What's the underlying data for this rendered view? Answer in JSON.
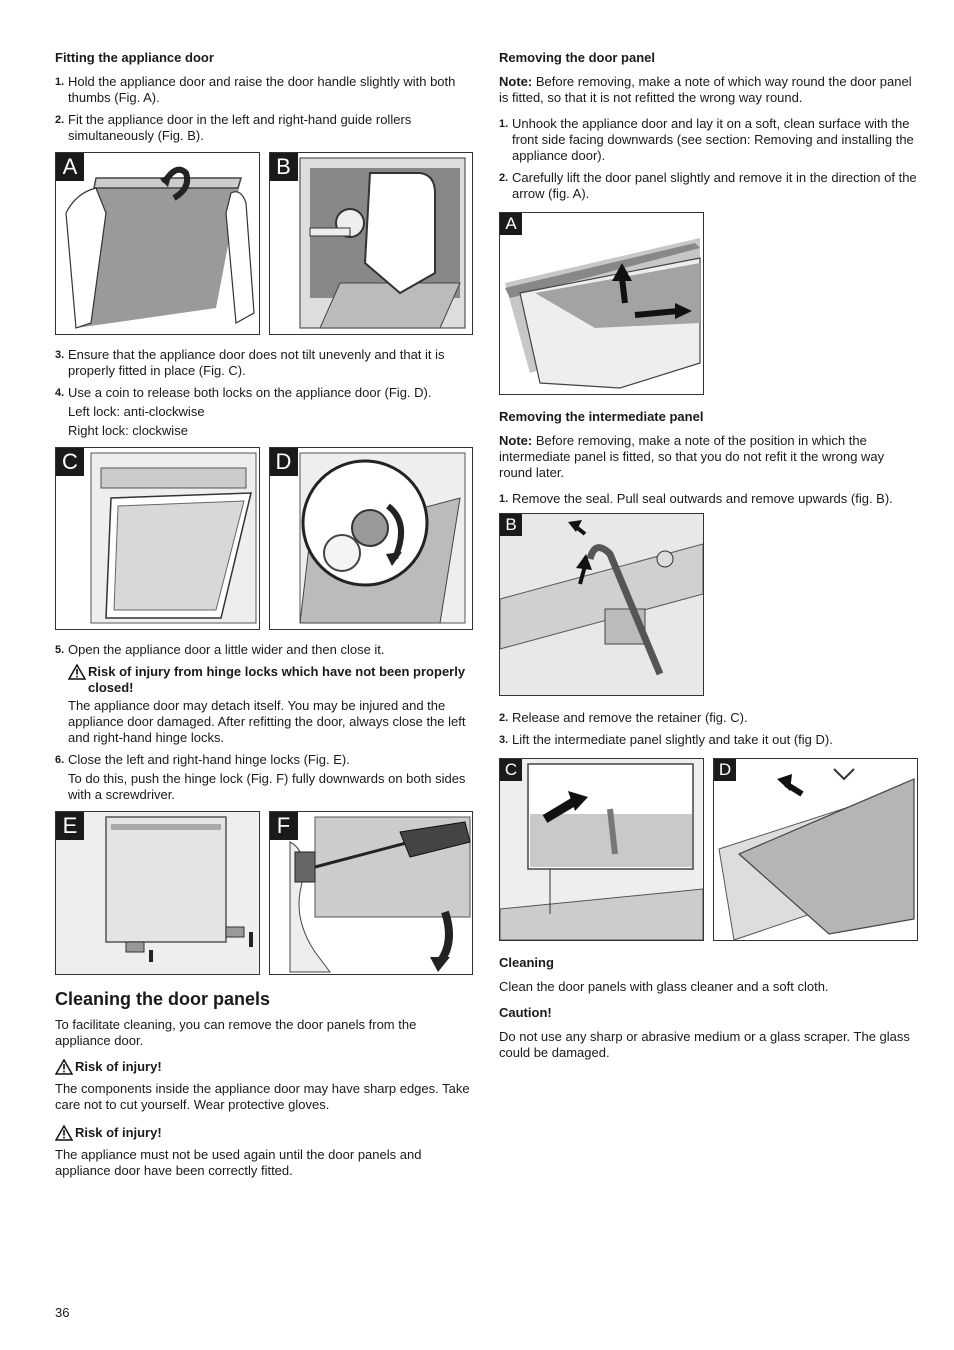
{
  "left": {
    "fitting": {
      "heading": "Fitting the appliance door",
      "steps": [
        {
          "num": "1.",
          "text": "Hold the appliance door and raise the door handle slightly with both thumbs (Fig. A)."
        },
        {
          "num": "2.",
          "text": "Fit the appliance door in the left and right-hand guide rollers simultaneously (Fig. B)."
        },
        {
          "num": "3.",
          "text": "Ensure that the appliance door does not tilt unevenly and that it is properly fitted in place (Fig. C)."
        },
        {
          "num": "4.",
          "text": "Use a coin to release both locks on the appliance door (Fig. D)."
        },
        {
          "num": "5.",
          "text": "Open the appliance door a little wider and then close it."
        },
        {
          "num": "6.",
          "text": "Close the left and right-hand hinge locks (Fig. E)."
        }
      ],
      "left_lock": "Left lock: anti-clockwise",
      "right_lock": "Right lock: clockwise",
      "warning_title": "Risk of injury from hinge locks which have not been properly closed!",
      "warning_text": "The appliance door may detach itself. You may be injured and the appliance door damaged. After refitting the door, always close the left and right-hand hinge locks.",
      "step6_sub": "To do this, push the hinge lock (Fig. F) fully downwards on both sides with a screwdriver.",
      "fig_labels": [
        "A",
        "B",
        "C",
        "D",
        "E",
        "F"
      ]
    },
    "cleaning_panels": {
      "heading": "Cleaning the door panels",
      "intro": "To facilitate cleaning, you can remove the door panels from the appliance door.",
      "warn1_title": "Risk of injury!",
      "warn1_text": "The components inside the appliance door may have sharp edges. Take care not to cut yourself. Wear protective gloves.",
      "warn2_title": "Risk of injury!",
      "warn2_text": "The appliance must not be used again until the door panels and appliance door have been correctly fitted."
    }
  },
  "right": {
    "removing_door_panel": {
      "heading": "Removing the door panel",
      "note_label": "Note:",
      "note_text": "Before removing, make a note of which way round the door panel is fitted, so that it is not refitted the wrong way round.",
      "steps": [
        {
          "num": "1.",
          "text": "Unhook the appliance door and lay it on a soft, clean surface with the front side facing downwards (see section: Removing and installing the appliance door)."
        },
        {
          "num": "2.",
          "text": "Carefully lift the door panel slightly and remove it in the direction of the arrow (fig. A)."
        }
      ],
      "fig_label": "A"
    },
    "removing_intermediate": {
      "heading": "Removing the intermediate panel",
      "note_label": "Note:",
      "note_text": "Before removing, make a note of the position in which the intermediate panel is fitted, so that you do not refit it the wrong way round later.",
      "steps": [
        {
          "num": "1.",
          "text": "Remove the seal. Pull seal outwards and remove upwards (fig. B)."
        },
        {
          "num": "2.",
          "text": "Release and remove the retainer (fig. C)."
        },
        {
          "num": "3.",
          "text": "Lift the intermediate panel slightly and take it out (fig D)."
        }
      ],
      "fig_labels": [
        "B",
        "C",
        "D"
      ]
    },
    "cleaning": {
      "heading": "Cleaning",
      "text": "Clean the door panels with glass cleaner and a soft cloth.",
      "caution_label": "Caution!",
      "caution_text": "Do not use any sharp or abrasive medium or a glass scraper. The glass could be damaged."
    }
  },
  "page_number": "36"
}
